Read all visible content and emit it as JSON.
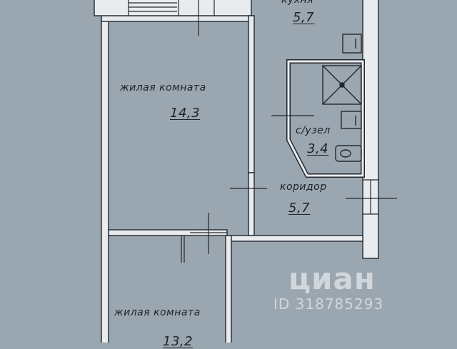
{
  "rooms": {
    "kitchen": {
      "label": "кухня",
      "area": "5,7"
    },
    "living_room_1": {
      "label": "жилая комната",
      "area": "14,3"
    },
    "bathroom": {
      "label": "с/узел",
      "area": "3,4"
    },
    "corridor": {
      "label": "коридор",
      "area": "5,7"
    },
    "living_room_2": {
      "label": "жилая комната",
      "area": "13,2"
    }
  },
  "watermark": {
    "brand": "циан",
    "id_text": "ID 318785293"
  },
  "colors": {
    "background": "#9aa6b0",
    "walls": "#e9ecee",
    "lines": "#22282d"
  }
}
